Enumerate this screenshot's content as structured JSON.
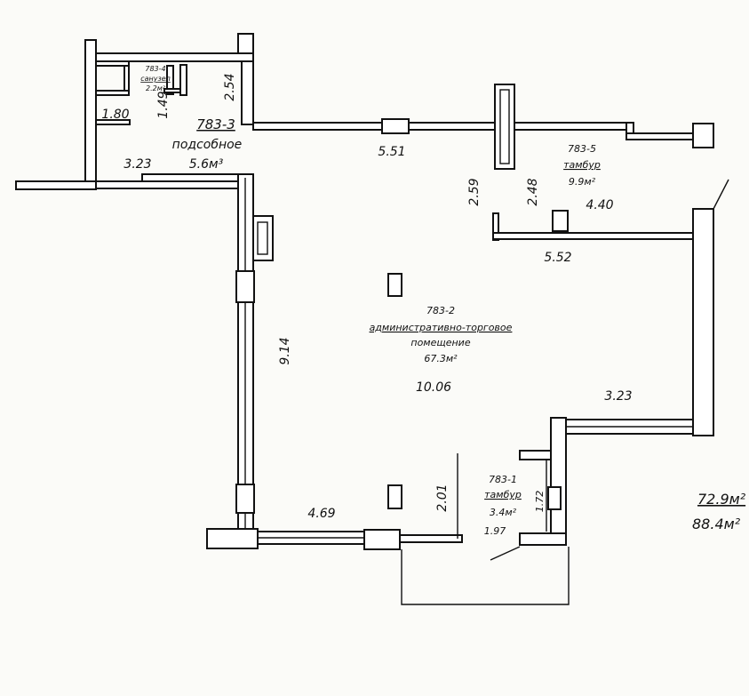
{
  "rooms": {
    "r4": {
      "id": "783-4",
      "name": "санузел",
      "area": "2.2м²"
    },
    "r3": {
      "id": "783-3",
      "name": "подсобное",
      "area": "5.6м³"
    },
    "r5": {
      "id": "783-5",
      "name": "тамбур",
      "area": "9.9м²"
    },
    "r2": {
      "id": "783-2",
      "name": "административно-торговое",
      "name2": "помещение",
      "area": "67.3м²"
    },
    "r1": {
      "id": "783-1",
      "name": "тамбур",
      "area": "3.4м²"
    }
  },
  "dimensions": {
    "d180": "1.80",
    "d149": "1.49",
    "d254": "2.54",
    "d323a": "3.23",
    "d551": "5.51",
    "d259": "2.59",
    "d248": "2.48",
    "d440": "4.40",
    "d552": "5.52",
    "d914": "9.14",
    "d1006": "10.06",
    "d323b": "3.23",
    "d469": "4.69",
    "d201": "2.01",
    "d172": "1.72",
    "d197": "1.97"
  },
  "totals": {
    "area1": "72.9м²",
    "area2": "88.4м²"
  }
}
